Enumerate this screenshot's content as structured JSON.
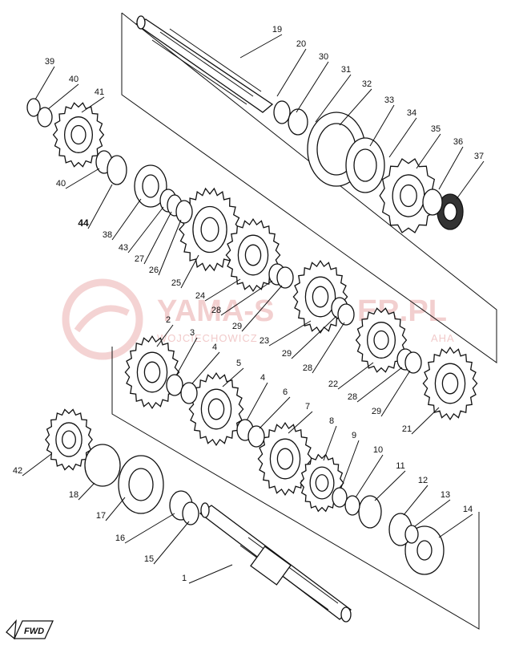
{
  "watermark": {
    "title": "YAMA-S",
    "title_tail": "ER.PL",
    "subtitle_left": "WOJCIECHOWICZ",
    "subtitle_right": "AHA"
  },
  "fwd_label": "FWD",
  "callouts": [
    {
      "id": "l19",
      "text": "19"
    },
    {
      "id": "l20",
      "text": "20"
    },
    {
      "id": "l30",
      "text": "30"
    },
    {
      "id": "l31",
      "text": "31"
    },
    {
      "id": "l32",
      "text": "32"
    },
    {
      "id": "l33",
      "text": "33"
    },
    {
      "id": "l34",
      "text": "34"
    },
    {
      "id": "l35",
      "text": "35"
    },
    {
      "id": "l36",
      "text": "36"
    },
    {
      "id": "l37",
      "text": "37"
    },
    {
      "id": "l39",
      "text": "39"
    },
    {
      "id": "l40a",
      "text": "40"
    },
    {
      "id": "l41",
      "text": "41"
    },
    {
      "id": "l40b",
      "text": "40"
    },
    {
      "id": "l44",
      "text": "44"
    },
    {
      "id": "l38",
      "text": "38"
    },
    {
      "id": "l43",
      "text": "43"
    },
    {
      "id": "l27",
      "text": "27"
    },
    {
      "id": "l26",
      "text": "26"
    },
    {
      "id": "l25",
      "text": "25"
    },
    {
      "id": "l24",
      "text": "24"
    },
    {
      "id": "l28a",
      "text": "28"
    },
    {
      "id": "l29a",
      "text": "29"
    },
    {
      "id": "l23",
      "text": "23"
    },
    {
      "id": "l29b",
      "text": "29"
    },
    {
      "id": "l28b",
      "text": "28"
    },
    {
      "id": "l22",
      "text": "22"
    },
    {
      "id": "l28c",
      "text": "28"
    },
    {
      "id": "l29c",
      "text": "29"
    },
    {
      "id": "l21",
      "text": "21"
    },
    {
      "id": "l2",
      "text": "2"
    },
    {
      "id": "l3",
      "text": "3"
    },
    {
      "id": "l4a",
      "text": "4"
    },
    {
      "id": "l5",
      "text": "5"
    },
    {
      "id": "l4b",
      "text": "4"
    },
    {
      "id": "l6",
      "text": "6"
    },
    {
      "id": "l7",
      "text": "7"
    },
    {
      "id": "l8",
      "text": "8"
    },
    {
      "id": "l9",
      "text": "9"
    },
    {
      "id": "l10",
      "text": "10"
    },
    {
      "id": "l11",
      "text": "11"
    },
    {
      "id": "l12",
      "text": "12"
    },
    {
      "id": "l13",
      "text": "13"
    },
    {
      "id": "l14",
      "text": "14"
    },
    {
      "id": "l42",
      "text": "42"
    },
    {
      "id": "l18",
      "text": "18"
    },
    {
      "id": "l17",
      "text": "17"
    },
    {
      "id": "l16",
      "text": "16"
    },
    {
      "id": "l15",
      "text": "15"
    },
    {
      "id": "l1",
      "text": "1"
    }
  ]
}
